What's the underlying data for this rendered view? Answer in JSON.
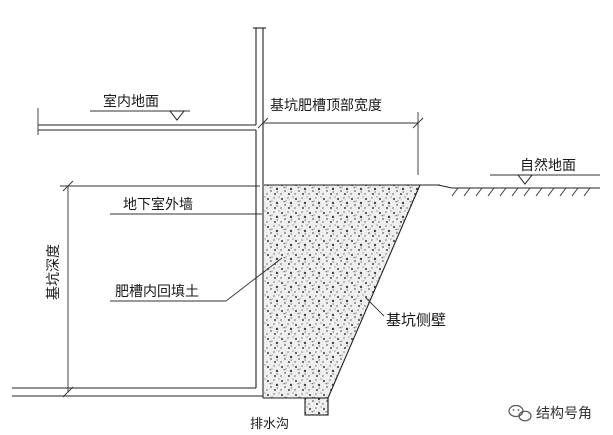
{
  "labels": {
    "indoor_floor": "室内地面",
    "trench_top_width": "基坑肥槽顶部宽度",
    "natural_ground": "自然地面",
    "basement_wall": "地下室外墙",
    "pit_depth": "基坑深度",
    "backfill": "肥槽内回填土",
    "pit_side_wall": "基坑侧壁",
    "drain_ditch": "排水沟"
  },
  "watermark": {
    "text": "结构号角",
    "icon": "wechat-icon"
  },
  "colors": {
    "line": "#222222",
    "fill_soil": "#e6e6e6",
    "ground_hatch": "#444444"
  }
}
